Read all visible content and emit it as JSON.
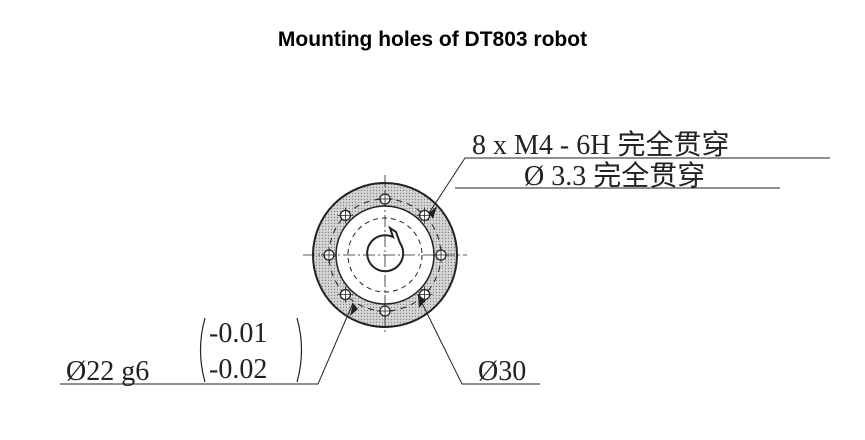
{
  "title": "Mounting holes of DT803 robot",
  "callout_thread": "8 x  M4 - 6H 完全贯穿",
  "callout_drill": "Ø 3.3 完全贯穿",
  "shaft_diameter_label": "Ø22 g6",
  "tolerance_upper": "-0.01",
  "tolerance_lower": "-0.02",
  "flange_diameter_label": "Ø30",
  "colors": {
    "line": "#222222",
    "shading": "#c8c8c8"
  }
}
